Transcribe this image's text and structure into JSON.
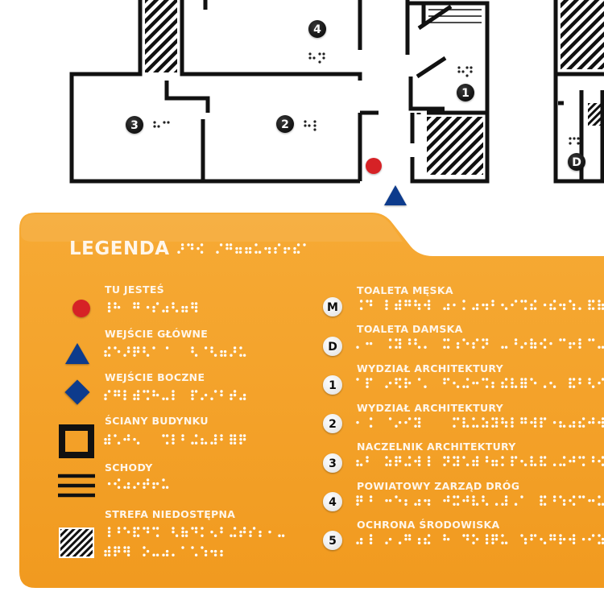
{
  "legend": {
    "title": "LEGENDA",
    "left_items": [
      {
        "label": "TU JESTEŚ",
        "icon": "red-dot-icon"
      },
      {
        "label": "WEJŚCIE GŁÓWNE",
        "icon": "blue-triangle-icon"
      },
      {
        "label": "WEJŚCIE BOCZNE",
        "icon": "blue-diamond-icon"
      },
      {
        "label": "ŚCIANY BUDYNKU",
        "icon": "wall-square-icon"
      },
      {
        "label": "SCHODY",
        "icon": "stairs-icon"
      },
      {
        "label": "STREFA NIEDOSTĘPNA",
        "icon": "hatched-zone-icon"
      }
    ],
    "right_items": [
      {
        "badge": "M",
        "label": "TOALETA MĘSKA"
      },
      {
        "badge": "D",
        "label": "TOALETA DAMSKA"
      },
      {
        "badge": "1",
        "label": "WYDZIAŁ ARCHITEKTURY"
      },
      {
        "badge": "2",
        "label": "WYDZIAŁ ARCHITEKTURY"
      },
      {
        "badge": "3",
        "label": "NACZELNIK ARCHITEKTURY"
      },
      {
        "badge": "4",
        "label": "POWIATOWY ZARZĄD DRÓG"
      },
      {
        "badge": "5",
        "label": "OCHRONA ŚRODOWISKA"
      }
    ]
  },
  "map": {
    "room_badges": [
      "4",
      "3",
      "2",
      "1",
      "D"
    ]
  },
  "colors": {
    "panel_orange": "#f4a32a",
    "marker_red": "#d62127",
    "entrance_blue": "#0b3b8c",
    "wall_black": "#111111",
    "sign_white": "#ffffff"
  }
}
